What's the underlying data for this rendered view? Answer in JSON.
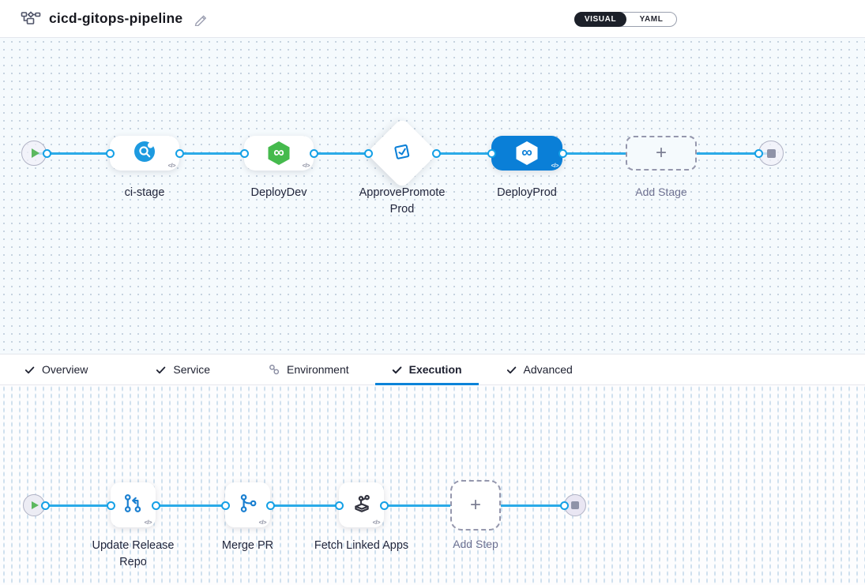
{
  "header": {
    "title": "cicd-gitops-pipeline"
  },
  "mode_toggle": {
    "visual_label": "VISUAL",
    "yaml_label": "YAML"
  },
  "icons": {
    "code_glyph": "</>",
    "plus_glyph": "+",
    "infinity_glyph": "∞"
  },
  "colors": {
    "accent_blue": "#0a7fd7",
    "connector_blue": "#2aaae8",
    "selected_stage_bg": "#0a7fd7",
    "cd_green": "#45ba4d",
    "ci_blue": "#1d9ae0",
    "play_green": "#5cb85f",
    "toggle_dark": "#1c2029"
  },
  "stage_pipeline": {
    "stages": [
      {
        "label": "ci-stage",
        "type": "ci-build",
        "selected": false
      },
      {
        "label": "DeployDev",
        "type": "deployment",
        "selected": false
      },
      {
        "label": "ApprovePromoteProd",
        "type": "approval",
        "selected": false
      },
      {
        "label": "DeployProd",
        "type": "deployment",
        "selected": true
      },
      {
        "label": "Add Stage",
        "type": "add-stage",
        "selected": false
      }
    ]
  },
  "tabs": {
    "items": [
      {
        "label": "Overview",
        "icon": "check",
        "active": false
      },
      {
        "label": "Service",
        "icon": "check",
        "active": false
      },
      {
        "label": "Environment",
        "icon": "environment",
        "active": false
      },
      {
        "label": "Execution",
        "icon": "check",
        "active": true
      },
      {
        "label": "Advanced",
        "icon": "check",
        "active": false
      }
    ]
  },
  "execution_steps": {
    "steps": [
      {
        "label": "Update Release Repo",
        "icon": "git-update"
      },
      {
        "label": "Merge PR",
        "icon": "git-merge"
      },
      {
        "label": "Fetch Linked Apps",
        "icon": "linked-apps"
      },
      {
        "label": "Add Step",
        "icon": "add-step"
      }
    ]
  }
}
